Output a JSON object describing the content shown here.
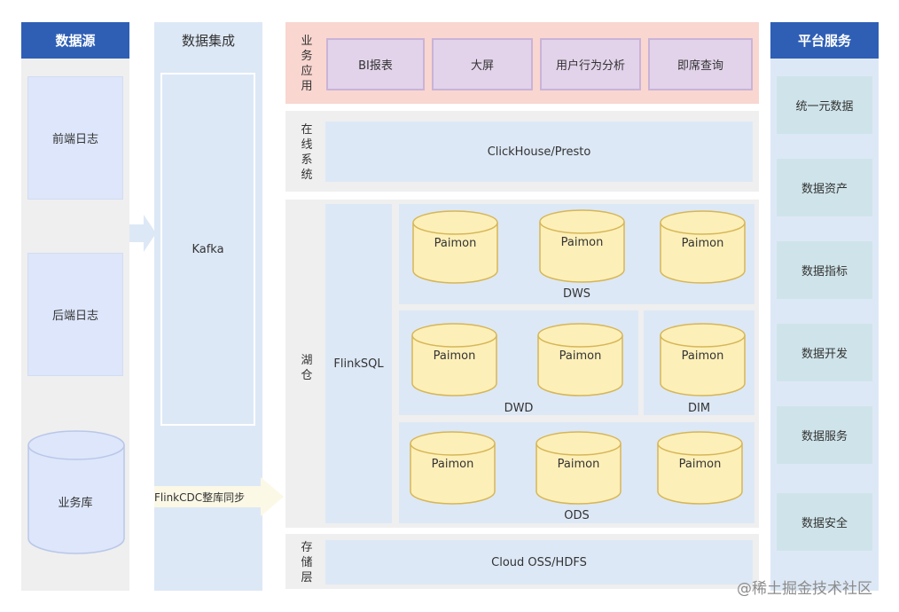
{
  "data_sources": {
    "title": "数据源",
    "front_log": "前端日志",
    "back_log": "后端日志",
    "biz_db": "业务库"
  },
  "integration": {
    "title": "数据集成",
    "kafka": "Kafka",
    "cdc": "FlinkCDC整库同步"
  },
  "business": {
    "label_chars": [
      "业",
      "务",
      "应",
      "用"
    ],
    "items": [
      "BI报表",
      "大屏",
      "用户行为分析",
      "即席查询"
    ]
  },
  "online": {
    "label_chars": [
      "在",
      "线",
      "系",
      "统"
    ],
    "engine": "ClickHouse/Presto"
  },
  "lakehouse": {
    "label_chars": [
      "湖",
      "仓"
    ],
    "compute": "FlinkSQL",
    "table_label": "Paimon",
    "dws": "DWS",
    "dwd": "DWD",
    "dim": "DIM",
    "ods": "ODS"
  },
  "storage": {
    "label_chars": [
      "存",
      "储",
      "层"
    ],
    "name": "Cloud OSS/HDFS"
  },
  "platform": {
    "title": "平台服务",
    "items": [
      "统一元数据",
      "数据资产",
      "数据指标",
      "数据开发",
      "数据服务",
      "数据安全"
    ]
  },
  "watermark": "@稀土掘金技术社区",
  "colors": {
    "header_blue": "#2f5fb5",
    "cylinder_fill": "#fdefb8",
    "cylinder_stroke": "#d6b656",
    "business_bg": "#f9d6d0",
    "business_item": "#e2d3ea"
  }
}
